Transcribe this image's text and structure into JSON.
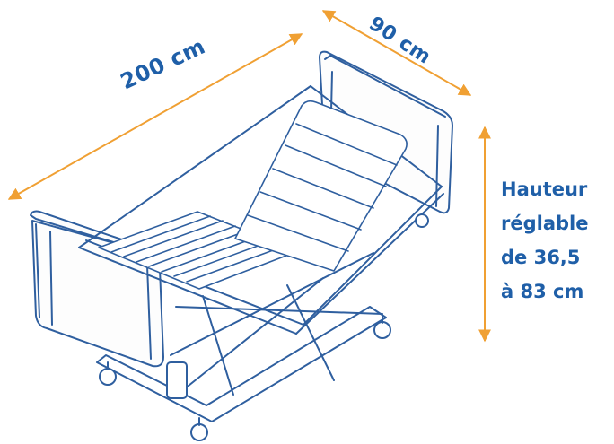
{
  "dimensions": {
    "length": "200 cm",
    "width": "90 cm",
    "height_lines": [
      "Hauteur",
      "réglable",
      "de 36,5",
      "à 83 cm"
    ]
  },
  "colors": {
    "arrow": "#f0a033",
    "text": "#1f5fa8",
    "drawing": "#2f5f9f"
  },
  "illustration": "hospital-bed-line-drawing"
}
